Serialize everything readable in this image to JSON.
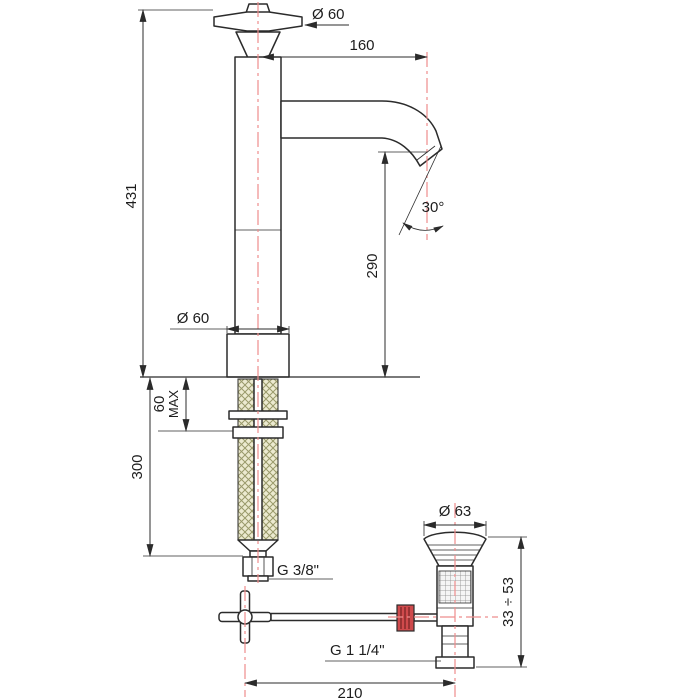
{
  "drawing": {
    "type": "faucet-technical-drawing",
    "colors": {
      "line": "#2b2b2b",
      "centerline": "#ee8d8d",
      "hose_fill": "#ecead0",
      "hose_hatch": "#99996a",
      "knob_fill": "#cf4a4c",
      "knob_stripe": "#7a2526"
    },
    "dims": {
      "handle_dia": "Ø 60",
      "spout_reach": "160",
      "total_height": "431",
      "outlet_height": "290",
      "outlet_angle": "30°",
      "body_dia": "Ø 60",
      "deck_thickness": "60",
      "deck_thickness_note": "MAX",
      "hose_length": "300",
      "inlet_thread": "G 3/8\"",
      "waste_dia": "Ø 63",
      "waste_clamp_range": "33 ÷ 53",
      "waste_thread": "G 1 1/4\"",
      "axis_distance": "210"
    }
  }
}
